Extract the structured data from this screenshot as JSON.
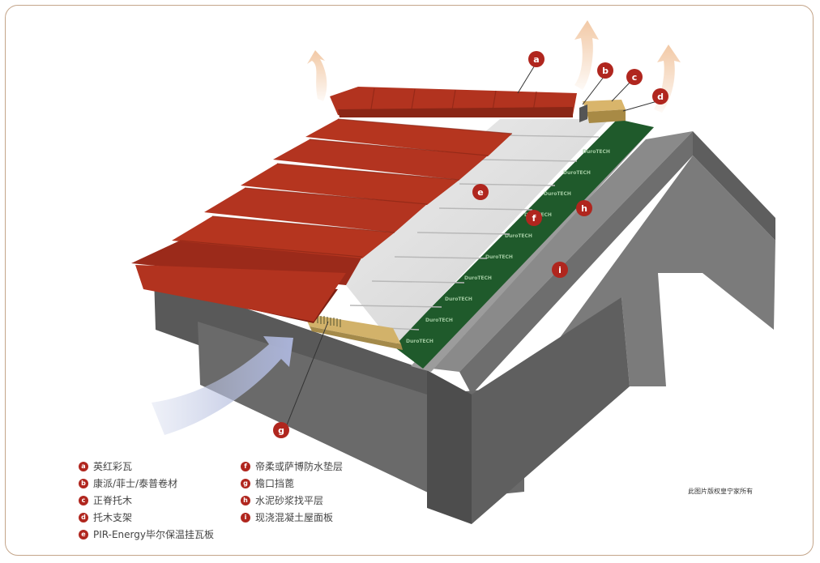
{
  "callouts": [
    {
      "letter": "a",
      "label": "英红彩瓦"
    },
    {
      "letter": "b",
      "label": "康派/菲士/泰普卷材"
    },
    {
      "letter": "c",
      "label": "正脊托木"
    },
    {
      "letter": "d",
      "label": "托木支架"
    },
    {
      "letter": "e",
      "label": "PIR-Energy毕尔保温挂瓦板"
    },
    {
      "letter": "f",
      "label": "帝柔或萨博防水垫层"
    },
    {
      "letter": "g",
      "label": "檐口挡蓖"
    },
    {
      "letter": "h",
      "label": "水泥砂浆找平层"
    },
    {
      "letter": "i",
      "label": "现浇混凝土屋面板"
    }
  ],
  "membrane_brand": "DuroTECH",
  "copyright": "此图片版权皇宁家所有",
  "colors": {
    "tile": "#b2331f",
    "tile_dark": "#7e1f12",
    "badge": "#b0261e",
    "insulation": "#dcdcdc",
    "membrane": "#1f5a2b",
    "concrete": "#6e6e6e",
    "ventilation_up": "#f2c9a6",
    "ventilation_in": "#c7cfe8",
    "frame": "#c4a58a"
  }
}
